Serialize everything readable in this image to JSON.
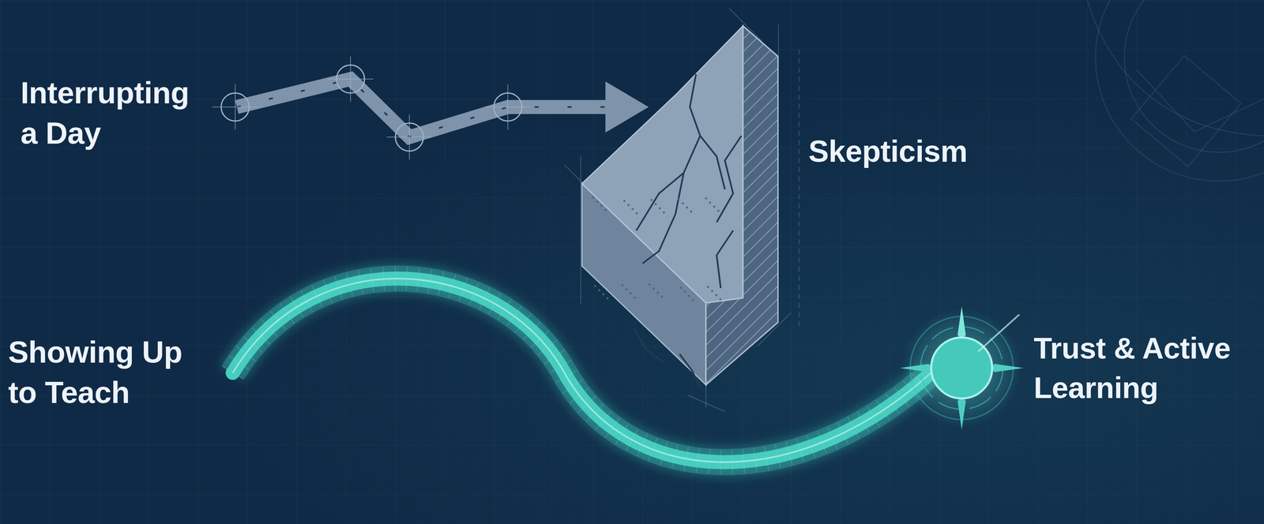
{
  "diagram": {
    "nodes": [
      {
        "text": [
          "Interrupting a Day"
        ]
      },
      {
        "text": [
          "Skepticism"
        ]
      },
      {
        "text": [
          "Showing Up to Teach"
        ]
      },
      {
        "text": [
          "Trust & Active Learning"
        ]
      }
    ],
    "edges": [
      {
        "from": 0,
        "to": 1,
        "arrow": "to"
      },
      {
        "from": 2,
        "to": 3,
        "arrow": "none"
      }
    ]
  }
}
